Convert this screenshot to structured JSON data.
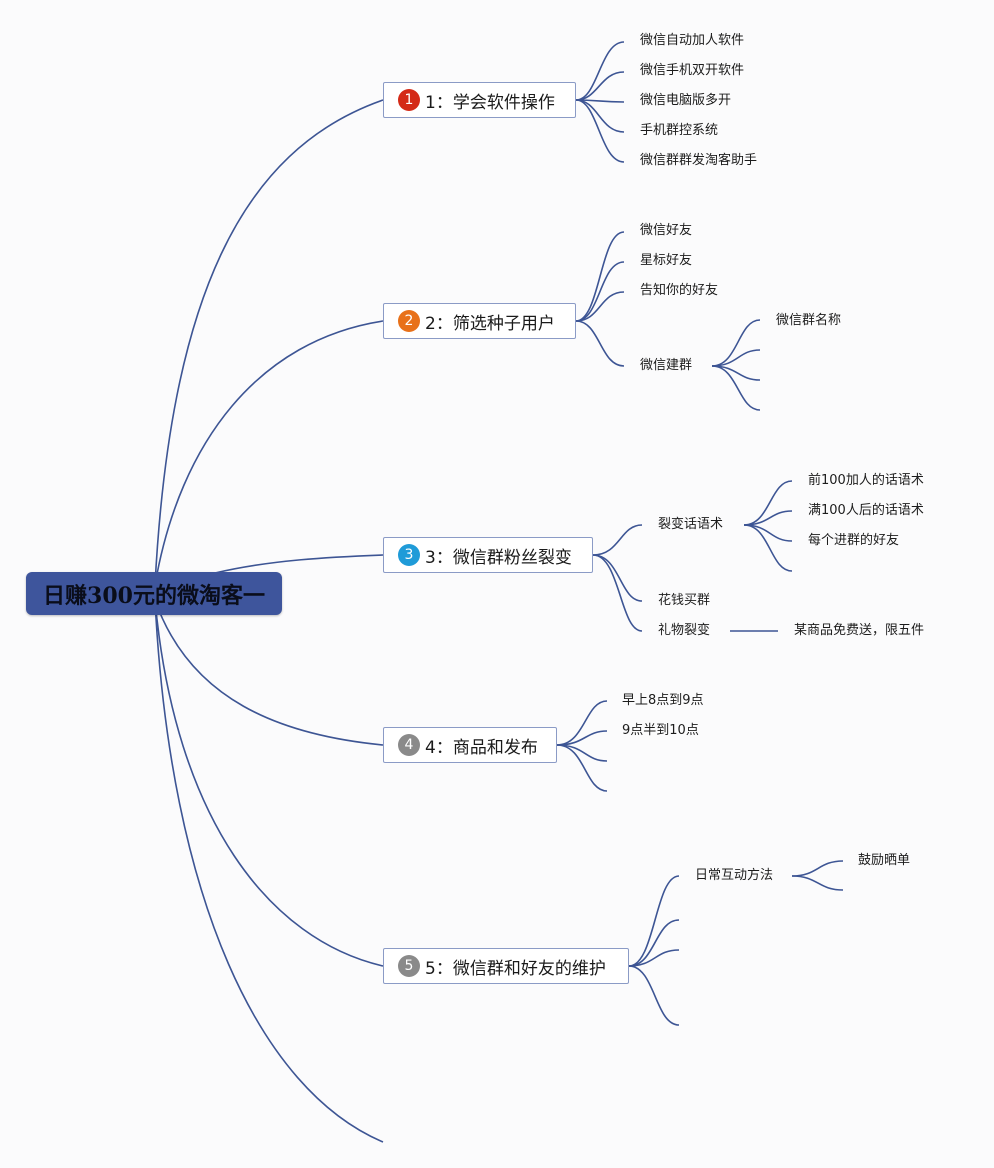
{
  "root": {
    "title": "日赚300元的微淘客一"
  },
  "topics": [
    {
      "badge": "1",
      "badge_color": "#d42a17",
      "label": "1：学会软件操作",
      "children": [
        "微信自动加人软件",
        "微信手机双开软件",
        "微信电脑版多开",
        "手机群控系统",
        "微信群群发淘客助手"
      ]
    },
    {
      "badge": "2",
      "badge_color": "#e8711a",
      "label": "2：筛选种子用户",
      "children": [
        "微信好友",
        "星标好友",
        "告知你的好友"
      ],
      "sub": {
        "label": "微信建群",
        "children": [
          "微信群名称"
        ]
      }
    },
    {
      "badge": "3",
      "badge_color": "#1f9bd8",
      "label": "3：微信群粉丝裂变",
      "sub1": {
        "label": "裂变话语术",
        "children": [
          "前100加人的话语术",
          "满100人后的话语术",
          "每个进群的好友"
        ]
      },
      "leaf": "花钱买群",
      "sub2": {
        "label": "礼物裂变",
        "child": "某商品免费送，限五件"
      }
    },
    {
      "badge": "4",
      "badge_color": "#8a8a8a",
      "label": "4：商品和发布",
      "children": [
        "早上8点到9点",
        "9点半到10点"
      ]
    },
    {
      "badge": "5",
      "badge_color": "#8a8a8a",
      "label": "5：微信群和好友的维护",
      "sub": {
        "label": "日常互动方法",
        "children": [
          "鼓励晒单"
        ]
      }
    }
  ]
}
